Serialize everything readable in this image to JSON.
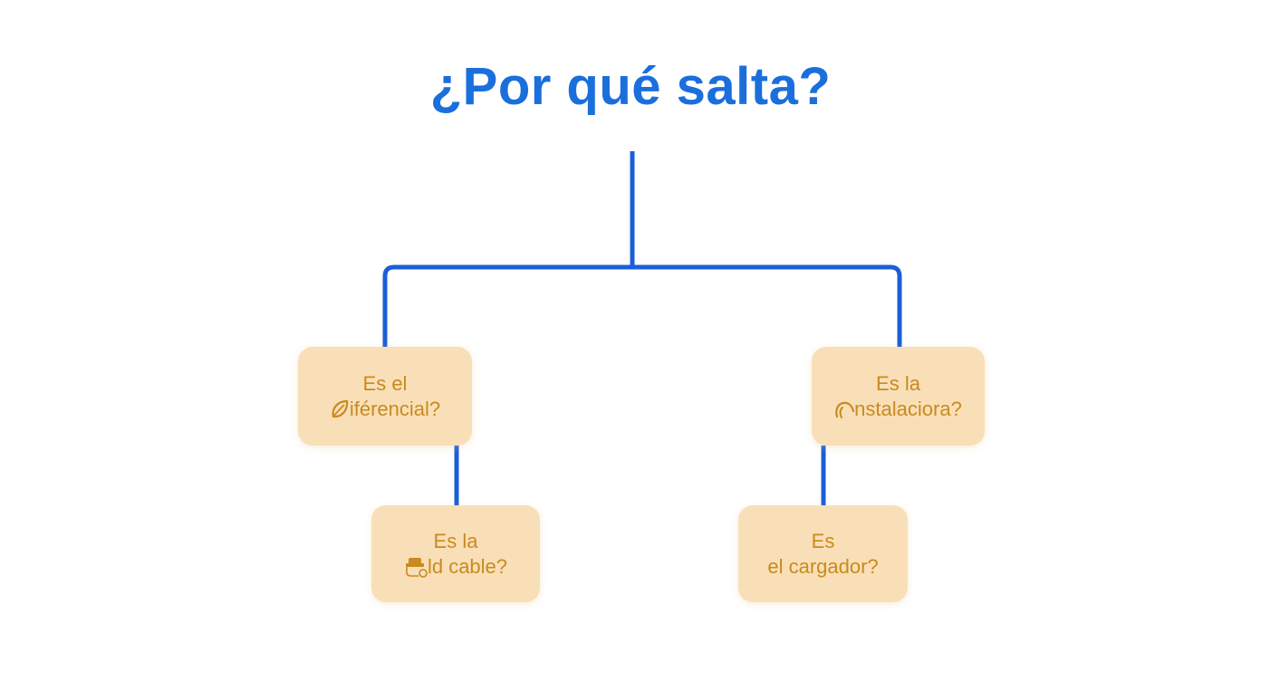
{
  "title": "¿Por qué salta?",
  "colors": {
    "title": "#1a6fdc",
    "connector": "#1a5fd6",
    "node_fill": "#f9dfb7",
    "node_text": "#c98a1f",
    "background": "#ffffff"
  },
  "nodes": [
    {
      "id": "diferencial",
      "line1": "Es el",
      "line2": "iférencial?",
      "icon": "leaf-icon",
      "level": 1,
      "parent": "root"
    },
    {
      "id": "instalacion",
      "line1": "Es la",
      "line2": "nstalaciora?",
      "icon": "arc-icon",
      "level": 1,
      "parent": "root"
    },
    {
      "id": "cable",
      "line1": "Es la",
      "line2": "ld cable?",
      "icon": "plug-cable-icon",
      "level": 2,
      "parent": "diferencial"
    },
    {
      "id": "cargador",
      "line1": "Es",
      "line2": "el cargador?",
      "icon": null,
      "level": 2,
      "parent": "instalacion"
    }
  ]
}
